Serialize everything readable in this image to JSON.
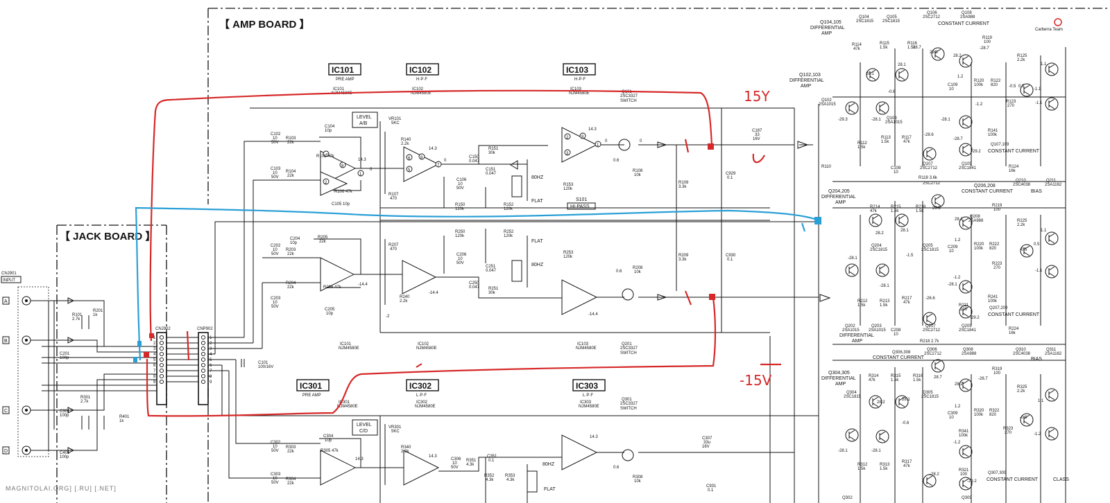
{
  "boards": {
    "amp": "【 AMP BOARD 】",
    "jack": "【 JACK BOARD 】"
  },
  "connectors": {
    "input_ref": "CNJ901",
    "input_label": "INPUT",
    "cnj902": "CNJ902",
    "cnp902": "CNP902",
    "jacks": [
      "A",
      "B",
      "C",
      "D"
    ],
    "pins": [
      "1",
      "2",
      "3",
      "4",
      "5",
      "6",
      "7",
      "8",
      "9"
    ]
  },
  "ics": [
    {
      "box": "IC101",
      "func": "PRE AMP",
      "part": "NJM4580E",
      "ref": "IC101"
    },
    {
      "box": "IC102",
      "func": "H·P·F",
      "part": "NJM4580E",
      "ref": "IC102"
    },
    {
      "box": "IC103",
      "func": "H·P·F",
      "part": "NJM4580E",
      "ref": "IC103"
    },
    {
      "box": "IC301",
      "func": "PRE AMP",
      "part": "NJM4580E",
      "ref": "IC301"
    },
    {
      "box": "IC302",
      "func": "L·P·F",
      "part": "NJM4580E",
      "ref": "IC302"
    },
    {
      "box": "IC303",
      "func": "L·P·F",
      "part": "NJM4580E",
      "ref": "IC303"
    }
  ],
  "switches": [
    {
      "ref": "Q101",
      "part": "2SC3327",
      "func": "SWITCH"
    },
    {
      "ref": "Q201",
      "part": "2SC3327",
      "func": "SWITCH"
    },
    {
      "ref": "Q301",
      "part": "2SC3327",
      "func": "SWITCH"
    }
  ],
  "level": {
    "ab": "LEVEL",
    "ab2": "A/B",
    "cd": "LEVEL",
    "cd2": "C/D",
    "vr101": "VR101",
    "vr_val": "5KC",
    "vr301": "VR301"
  },
  "filter": {
    "hz80": "80HZ",
    "flat": "FLAT",
    "s101": "S101",
    "hipass": "HI-PASS"
  },
  "components": {
    "c102": "C102",
    "c103": "C103",
    "c104": "C104",
    "c105": "C105 10p",
    "c106": "C106",
    "c150": "C150",
    "c151": "C151",
    "r103": "R103",
    "r104": "R104",
    "r105": "R105 47k",
    "r106": "R106 47k",
    "r107": "R107",
    "r140": "R140",
    "r150": "R150",
    "r151": "R151",
    "r152": "R152",
    "r153": "R153",
    "r108": "R108",
    "r109": "R109",
    "c187": "C187",
    "c929": "C929",
    "c930": "C930",
    "v22k": "22k",
    "v10": "10",
    "v50v": "50V",
    "v10p": "10p",
    "v470": "470",
    "v22": "2.2k",
    "v120": "120k",
    "v30k": "30k",
    "v0047": "0.047",
    "v33k": "3.3k",
    "v10k": "10k",
    "v01": "0.1",
    "v33": "33",
    "v16v": "16V",
    "c202": "C202",
    "c203": "C203",
    "c204": "C204",
    "c205": "C205",
    "c206": "C206",
    "r203": "R203",
    "r204": "R204",
    "r205": "R205",
    "r206": "R206 47k",
    "r207": "R207",
    "r240": "R240",
    "r250": "R250",
    "r251": "R251",
    "r252": "R252",
    "r253": "R253",
    "r208": "R208",
    "r209": "R209",
    "c250": "C250",
    "c251": "C251",
    "c101": "C101",
    "c101v": "100/16V",
    "r101": "R101",
    "r101v": "2.7k",
    "r201": "R201",
    "r201v": "1k",
    "c201": "C201",
    "c201v": "100p",
    "r301": "R301",
    "r301v": "2.7k",
    "r401": "R401",
    "r401v": "1k",
    "c301": "C301",
    "c301v": "100p",
    "c401": "C401",
    "c401v": "100p",
    "c302": "C302",
    "c303": "C303",
    "c304": "C304",
    "r303": "R303",
    "r304": "R304",
    "r305": "R305 47k",
    "r340": "R340",
    "c306": "C306",
    "r351": "R351",
    "c351": "C351",
    "r352": "R352",
    "r353": "R353",
    "c307": "C307",
    "c931": "C931",
    "r308": "R308",
    "v43k": "4.3k",
    "v33u": "33u",
    "v06": "0.6"
  },
  "voltages": {
    "p143": "14.3",
    "n144": "-14.4",
    "z0": "0",
    "p06": "0.6",
    "n2": "-2"
  },
  "output_stage": {
    "q104": "Q104,105",
    "diff_amp": "DIFFERENTIAL",
    "amp": "AMP",
    "q104p": "Q104",
    "q104n": "2SC1815",
    "q105p": "Q105",
    "q105n": "2SC1815",
    "q106p": "Q106",
    "q106n": "2SC2712",
    "q108p": "Q108",
    "q108n": "2SA988",
    "cc": "CONSTANT CURRENT",
    "q102": "Q102,103",
    "q102p": "Q102",
    "q102n": "2SA1015",
    "q103p": "Q103",
    "q103n": "2SA1015",
    "q107": "Q107,109",
    "q107p": "Q107",
    "q107n": "2SC2712",
    "q109p": "Q109",
    "q109n": "2SC1841",
    "r114": "R114",
    "r115": "R115",
    "r116": "R116",
    "r117": "R117",
    "r119": "R119",
    "r120": "R120",
    "r122": "R122",
    "r123": "R123",
    "r125": "R125",
    "r141": "R141",
    "r112": "R112",
    "r113": "R113",
    "r110": "R110",
    "r118": "R118 3.6k",
    "r124": "R124",
    "c109": "C109",
    "c108": "C108",
    "q210": "Q210",
    "q210n": "2SC4038",
    "q211": "Q211",
    "q211n": "2SA1162",
    "bias": "BIAS",
    "q204": "Q204,205",
    "q204p": "Q204",
    "q204n": "2SC1815",
    "q205p": "Q205",
    "q205n": "2SC1815",
    "q206": "Q206,208",
    "q206n": "2SC2712",
    "q208p": "Q208",
    "q208n": "2SA988",
    "r214": "R214",
    "r215": "R215",
    "r216": "R216",
    "r217": "R217",
    "r219": "R219",
    "r220": "R220",
    "r222": "R222",
    "r223": "R223",
    "r225": "R225",
    "r241": "R241",
    "r212": "R212",
    "r213": "R213",
    "r221": "R221",
    "r218": "R218 2.7k",
    "r224": "R224",
    "c209": "C209",
    "c208": "C208",
    "q202": "Q202",
    "q202n": "2SA1015",
    "q203": "Q203",
    "q203n": "2SA1015",
    "q207": "Q207,209",
    "q207p": "Q207",
    "q207n": "2SC2712",
    "q209p": "Q209",
    "q209n": "2SC1841",
    "q310": "Q310",
    "q310n": "2SC4038",
    "q311": "Q311",
    "q311n": "2SA1162",
    "q304": "Q304,305",
    "q304p": "Q304",
    "q304n": "2SC1815",
    "q305p": "Q305",
    "q305n": "2SC1815",
    "q306": "Q306,308",
    "q306p": "Q306",
    "q306n": "2SC2712",
    "q308p": "Q308",
    "q308n": "2SA988",
    "cc2": "CONSTANT CURRENT",
    "r314": "R314",
    "r315": "R315",
    "r316": "R316",
    "r317": "R317",
    "r319": "R319",
    "r320": "R320",
    "r322": "R322",
    "r323": "R323",
    "r325": "R325",
    "r341": "R341",
    "r312": "R312",
    "r313": "R313",
    "r321": "R321",
    "c309": "C309",
    "q307": "Q307,309",
    "q302": "Q302",
    "q309": "Q309",
    "class": "CLASS",
    "v47k": "47k",
    "v15k": "1.5k",
    "v100": "100",
    "v100k": "100k",
    "v820": "820",
    "v270": "270",
    "v22k": "2.2k",
    "v16k": "16k",
    "v1": "10",
    "v16v": "16V",
    "v27": "2.7k",
    "vp287": "28.7",
    "vp293": "29.3",
    "vp282": "28.2",
    "vp281": "28.1",
    "vn287": "-28.7",
    "vn281": "-28.1",
    "vn293": "-29.3",
    "vn286": "-28.6",
    "vn292": "-29.2",
    "vn291": "-29.1",
    "vn282": "-28.2",
    "vp11": "1.1",
    "vn11": "-1.1",
    "vp05": "0.5",
    "vn05": "-0.5",
    "vp12": "1.2",
    "vn12": "-1.2",
    "vn06": "-0.6",
    "vn26": "-26.6",
    "vn15": "-1.5"
  },
  "annotations": {
    "plus15": "15Y",
    "minus15": "-15V"
  },
  "watermark": "MAGNITOLAI.ORG] [.RU] [.NET]",
  "corner_logo": "Carberra Team",
  "colors": {
    "positive_rail": "#d62828",
    "signal_path": "#2a9fd6",
    "ink": "#111111"
  }
}
